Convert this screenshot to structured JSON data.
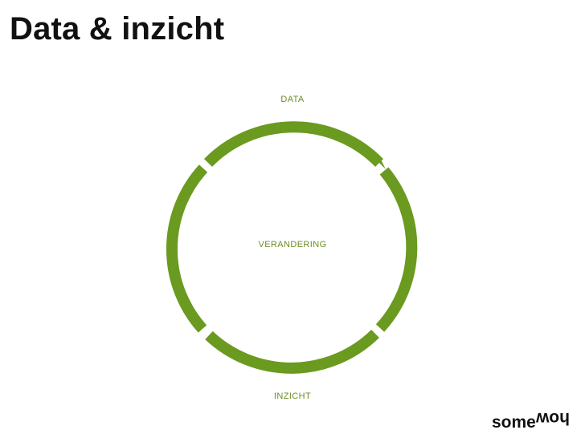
{
  "slide": {
    "title": "Data & inzicht"
  },
  "cycle": {
    "top_label": "DATA",
    "center_label": "VERANDERING",
    "bottom_label": "INZICHT",
    "arc_color": "#6a9a1f",
    "label_color": "#6b8e23"
  },
  "logo": {
    "part1": "some",
    "part2": "how"
  }
}
